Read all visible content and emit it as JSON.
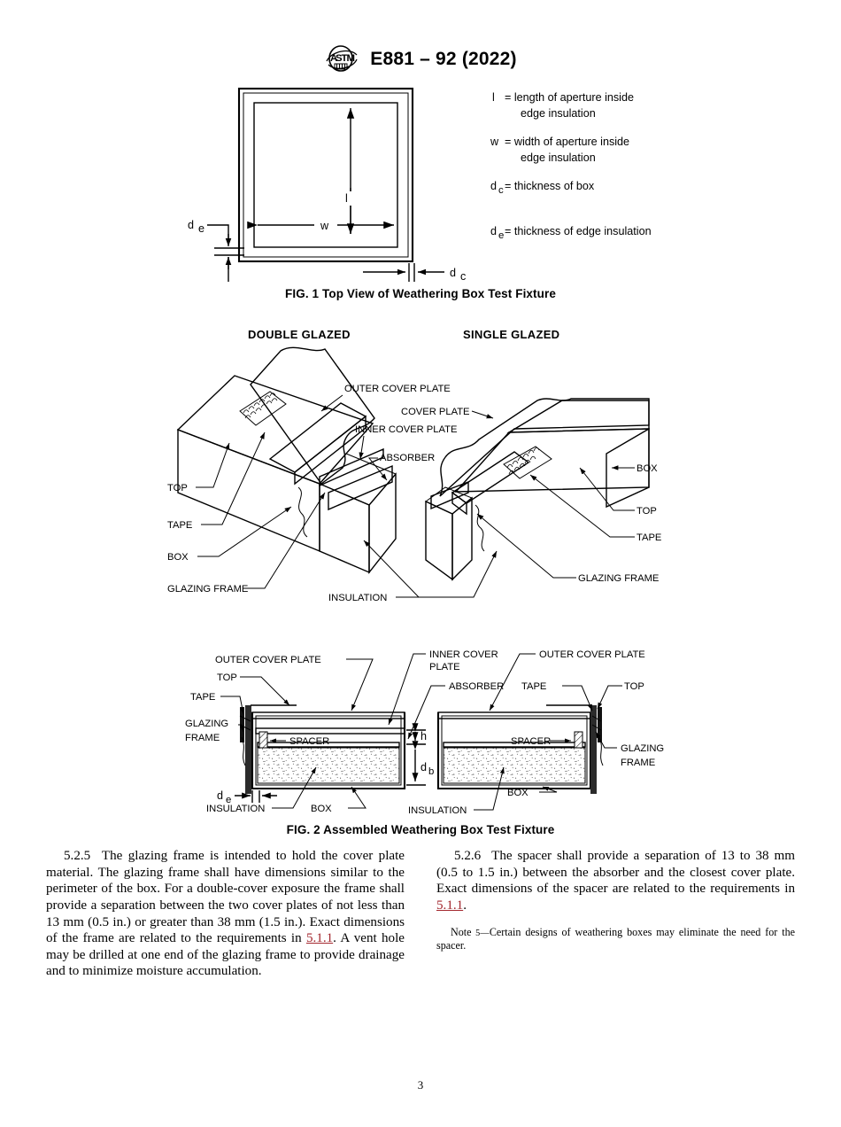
{
  "header": {
    "logo_name": "astm-logo",
    "document_id": "E881 – 92 (2022)"
  },
  "figure1": {
    "caption": "FIG. 1  Top View of Weathering Box Test Fixture",
    "dimension_labels": {
      "width": "w",
      "length": "l",
      "edge_insulation": "d",
      "edge_insulation_sub": "e",
      "box_thickness": "d",
      "box_thickness_sub": "c"
    },
    "legend": [
      {
        "symbol": "l",
        "sub": "",
        "line1": "= length of aperture inside",
        "line2": "edge insulation"
      },
      {
        "symbol": "w",
        "sub": "",
        "line1": "= width of aperture inside",
        "line2": "edge insulation"
      },
      {
        "symbol": "d",
        "sub": "c",
        "line1": "= thickness of box",
        "line2": ""
      },
      {
        "symbol": "d",
        "sub": "e",
        "line1": "= thickness of edge insulation",
        "line2": ""
      }
    ]
  },
  "figure2": {
    "caption": "FIG. 2  Assembled Weathering Box Test Fixture",
    "isometric": {
      "heading_left": "DOUBLE GLAZED",
      "heading_right": "SINGLE GLAZED",
      "labels_left": [
        "OUTER COVER PLATE",
        "INNER COVER PLATE",
        "ABSORBER",
        "TOP",
        "TAPE",
        "BOX",
        "GLAZING FRAME",
        "INSULATION"
      ],
      "labels_right": [
        "COVER PLATE",
        "BOX",
        "TOP",
        "TAPE",
        "GLAZING FRAME"
      ]
    },
    "section": {
      "labels_left": [
        "OUTER COVER PLATE",
        "TOP",
        "TAPE",
        "GLAZING",
        "FRAME",
        "SPACER",
        "INSULATION",
        "BOX"
      ],
      "labels_right": [
        "INNER COVER",
        "PLATE",
        "OUTER COVER PLATE",
        "ABSORBER",
        "TAPE",
        "TOP",
        "SPACER",
        "GLAZING",
        "FRAME",
        "BOX",
        "INSULATION"
      ],
      "dimensions": {
        "h": "h",
        "db": "d",
        "db_sub": "b",
        "de": "d",
        "de_sub": "e"
      }
    }
  },
  "body": {
    "left_column": {
      "section_number": "5.2.5",
      "text_part1": "The glazing frame is intended to hold the cover plate material. The glazing frame shall have dimensions similar to the perimeter of the box. For a double-cover exposure the frame shall provide a separation between the two cover plates of not less than 13 mm (0.5 in.) or greater than 38 mm (1.5 in.). Exact dimensions of the frame are related to the requirements in ",
      "xref": "5.1.1",
      "text_part2": ". A vent hole may be drilled at one end of the glazing frame to provide drainage and to minimize moisture accumulation."
    },
    "right_column": {
      "section_number": "5.2.6",
      "text_part1": "The spacer shall provide a separation of 13 to 38 mm (0.5 to 1.5 in.) between the absorber and the closest cover plate. Exact dimensions of the spacer are related to the requirements in ",
      "xref": "5.1.1",
      "text_part2": ".",
      "note_label": "Note",
      "note_number": " 5—",
      "note_text": "Certain designs of weathering boxes may eliminate the need for the spacer."
    }
  },
  "footer": {
    "page_number": "3"
  }
}
